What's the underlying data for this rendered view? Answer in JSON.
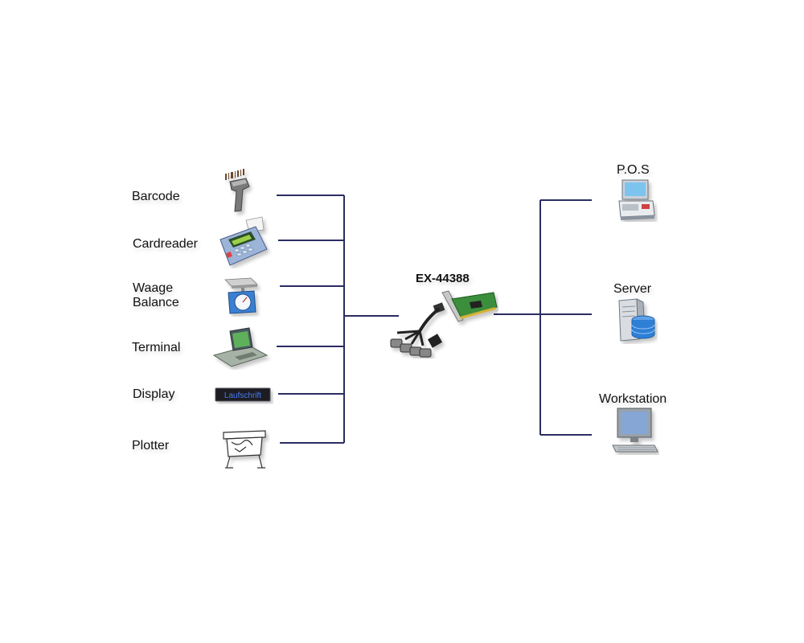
{
  "card": {
    "name": "EX-44388"
  },
  "colors": {
    "line": "#2b2d62"
  },
  "left_devices": [
    {
      "id": "barcode",
      "lines": [
        "Barcode"
      ],
      "icon": "barcode-scanner-icon"
    },
    {
      "id": "cardreader",
      "lines": [
        "Cardreader"
      ],
      "icon": "card-reader-icon"
    },
    {
      "id": "waage",
      "lines": [
        "Waage",
        "Balance"
      ],
      "icon": "scale-icon"
    },
    {
      "id": "terminal",
      "lines": [
        "Terminal"
      ],
      "icon": "terminal-icon"
    },
    {
      "id": "display",
      "lines": [
        "Display"
      ],
      "icon": "led-display-icon",
      "display_text": "Laufschrift"
    },
    {
      "id": "plotter",
      "lines": [
        "Plotter"
      ],
      "icon": "plotter-icon"
    }
  ],
  "right_devices": [
    {
      "id": "pos",
      "label": "P.O.S",
      "icon": "pos-terminal-icon"
    },
    {
      "id": "server",
      "label": "Server",
      "icon": "server-icon"
    },
    {
      "id": "workstation",
      "label": "Workstation",
      "icon": "workstation-icon"
    }
  ]
}
